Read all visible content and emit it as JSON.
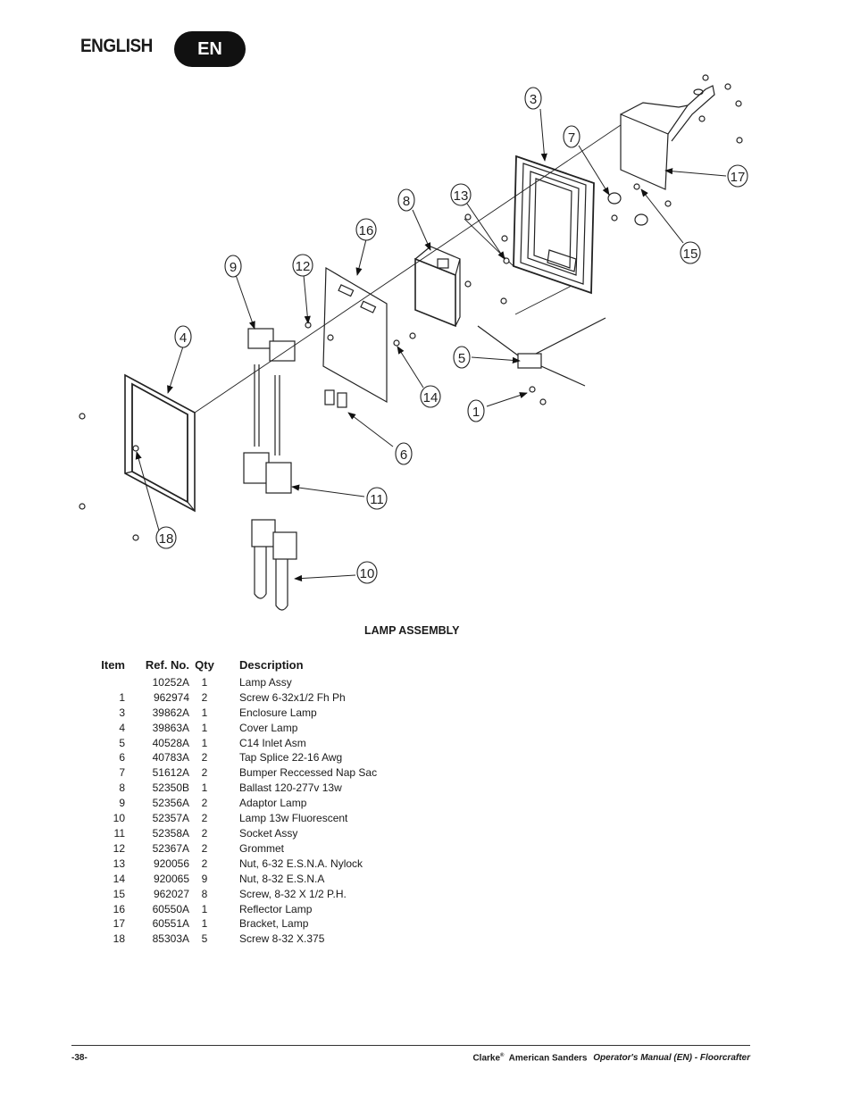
{
  "header": {
    "language": "ENGLISH",
    "badge": "EN"
  },
  "diagram": {
    "title": "LAMP ASSEMBLY",
    "callouts": [
      "3",
      "7",
      "17",
      "8",
      "13",
      "16",
      "15",
      "9",
      "12",
      "4",
      "5",
      "14",
      "1",
      "6",
      "11",
      "18",
      "10"
    ]
  },
  "table": {
    "headers": {
      "item": "Item",
      "ref": "Ref. No.",
      "qty": "Qty",
      "desc": "Description"
    },
    "rows": [
      {
        "item": "",
        "ref": "10252A",
        "qty": "1",
        "desc": "Lamp Assy"
      },
      {
        "item": "1",
        "ref": "962974",
        "qty": "2",
        "desc": "Screw 6-32x1/2 Fh Ph"
      },
      {
        "item": "3",
        "ref": "39862A",
        "qty": "1",
        "desc": "Enclosure Lamp"
      },
      {
        "item": "4",
        "ref": "39863A",
        "qty": "1",
        "desc": "Cover Lamp"
      },
      {
        "item": "5",
        "ref": "40528A",
        "qty": "1",
        "desc": "C14 Inlet Asm"
      },
      {
        "item": "6",
        "ref": "40783A",
        "qty": "2",
        "desc": "Tap Splice 22-16 Awg"
      },
      {
        "item": "7",
        "ref": "51612A",
        "qty": "2",
        "desc": "Bumper Reccessed Nap Sac"
      },
      {
        "item": "8",
        "ref": "52350B",
        "qty": "1",
        "desc": "Ballast 120-277v 13w"
      },
      {
        "item": "9",
        "ref": "52356A",
        "qty": "2",
        "desc": "Adaptor Lamp"
      },
      {
        "item": "10",
        "ref": "52357A",
        "qty": "2",
        "desc": "Lamp 13w Fluorescent"
      },
      {
        "item": "11",
        "ref": "52358A",
        "qty": "2",
        "desc": "Socket Assy"
      },
      {
        "item": "12",
        "ref": "52367A",
        "qty": "2",
        "desc": "Grommet"
      },
      {
        "item": "13",
        "ref": "920056",
        "qty": "2",
        "desc": "Nut, 6-32 E.S.N.A. Nylock"
      },
      {
        "item": "14",
        "ref": "920065",
        "qty": "9",
        "desc": "Nut, 8-32 E.S.N.A"
      },
      {
        "item": "15",
        "ref": "962027",
        "qty": "8",
        "desc": "Screw, 8-32 X 1/2 P.H."
      },
      {
        "item": "16",
        "ref": "60550A",
        "qty": "1",
        "desc": "Reflector Lamp"
      },
      {
        "item": "17",
        "ref": "60551A",
        "qty": "1",
        "desc": "Bracket, Lamp"
      },
      {
        "item": "18",
        "ref": "85303A",
        "qty": "5",
        "desc": "Screw 8-32 X.375"
      }
    ]
  },
  "footer": {
    "page": "-38-",
    "brand": "Clarke",
    "reg_mark": "®",
    "brand_rest": "American Sanders",
    "manual": "Operator's Manual (EN) - Floorcrafter"
  }
}
